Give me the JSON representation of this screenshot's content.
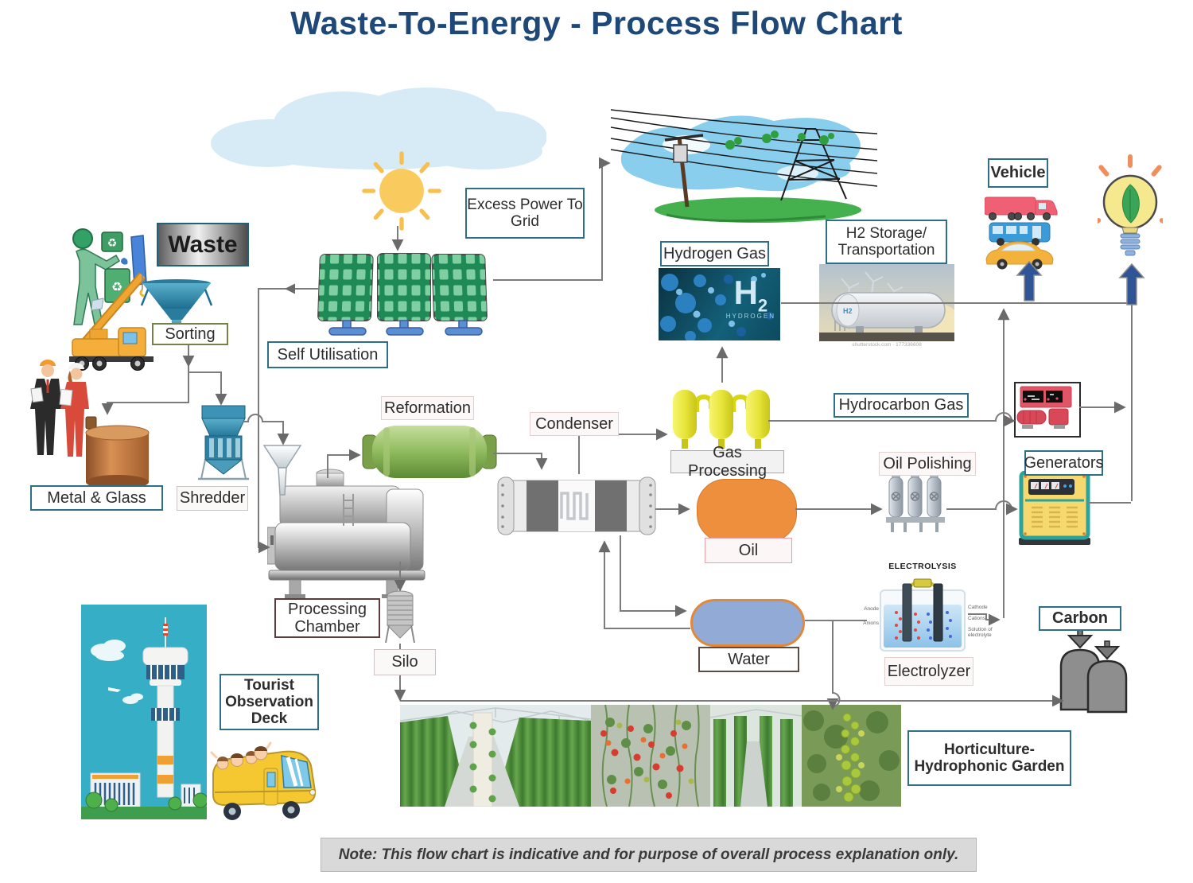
{
  "title": "Waste-To-Energy - Process Flow Chart",
  "labels": {
    "waste": "Waste",
    "sorting": "Sorting",
    "excess_power": "Excess Power To Grid",
    "self_utilisation": "Self Utilisation",
    "metal_glass": "Metal & Glass",
    "shredder": "Shredder",
    "reformation": "Reformation",
    "condenser": "Condenser",
    "gas_processing": "Gas Processing",
    "hydrogen_gas": "Hydrogen Gas",
    "h2_storage": "H2 Storage/ Transportation",
    "vehicle": "Vehicle",
    "hydrocarbon_gas": "Hydrocarbon Gas",
    "generators": "Generators",
    "oil_polishing": "Oil Polishing",
    "oil": "Oil",
    "water": "Water",
    "electrolyzer": "Electrolyzer",
    "carbon": "Carbon",
    "processing_chamber": "Processing Chamber",
    "silo": "Silo",
    "tourist_deck": "Tourist Observation Deck",
    "horticulture": "Horticulture- Hydrophonic Garden",
    "note": "Note: This flow chart is indicative and for purpose of overall process explanation only."
  },
  "h2_panel": {
    "symbol": "H",
    "subscript": "2",
    "caption": "HYDROGEN"
  },
  "electrolysis": {
    "title": "ELECTROLYSIS",
    "anode": "Anode",
    "anions": "Anions",
    "cathode": "Cathode",
    "cations": "Cations",
    "solution": "Solution of electrolyte"
  },
  "captions": {
    "storage_credit": "shutterstock.com · 177336608"
  },
  "colors": {
    "title_navy": "#1e4878",
    "box_teal": "#2e6f85",
    "line_gray": "#7c7c7c",
    "block_arrow_blue": "#2f5597",
    "oil_orange": "#ee8f3e",
    "water_blue": "#92abd6",
    "gas_yellow": "#e8e53c",
    "reformer_green": "#8fbb5e"
  }
}
